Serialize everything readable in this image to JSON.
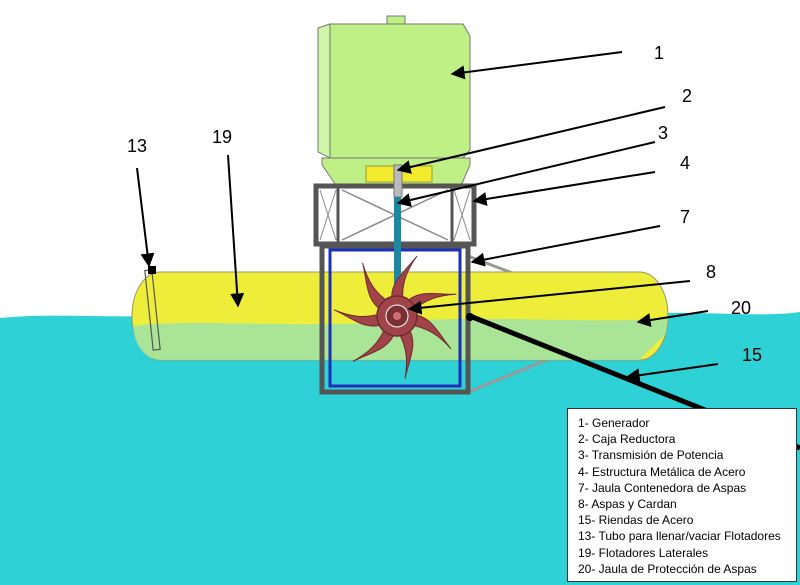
{
  "callouts": [
    "1",
    "2",
    "3",
    "4",
    "7",
    "8",
    "13",
    "19",
    "20",
    "15"
  ],
  "legend": [
    "1- Generador",
    "2- Caja Reductora",
    "3- Transmisión de Potencia",
    "4- Estructura Metálica de Acero",
    "7- Jaula Contenedora de Aspas",
    "8-  Aspas y Cardan",
    "15- Riendas de Acero",
    "13- Tubo para llenar/vaciar Flotadores",
    "19- Flotadores Laterales",
    "20- Jaula de Protección de Aspas"
  ],
  "colors": {
    "water": "#2ed1d6",
    "generator": "#bff086",
    "float": "#eded3a",
    "gear_box": "#f2ea2c",
    "frame": "#555555",
    "cage": "#1b2fb8",
    "blades": "#a0444a"
  }
}
